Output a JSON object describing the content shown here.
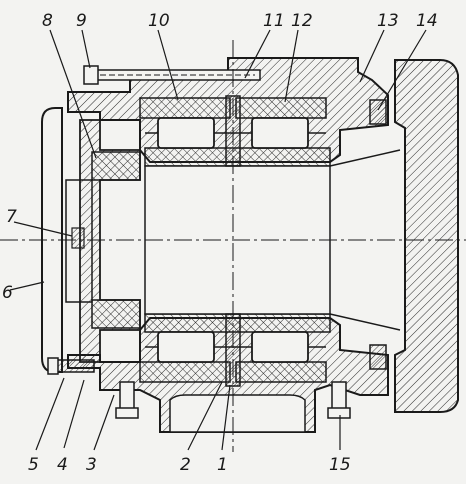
{
  "figure": {
    "callouts": [
      {
        "id": "c1",
        "label": "1"
      },
      {
        "id": "c2",
        "label": "2"
      },
      {
        "id": "c3",
        "label": "3"
      },
      {
        "id": "c4",
        "label": "4"
      },
      {
        "id": "c5",
        "label": "5"
      },
      {
        "id": "c6",
        "label": "6"
      },
      {
        "id": "c7",
        "label": "7"
      },
      {
        "id": "c8",
        "label": "8"
      },
      {
        "id": "c9",
        "label": "9"
      },
      {
        "id": "c10",
        "label": "10"
      },
      {
        "id": "c11",
        "label": "11"
      },
      {
        "id": "c12",
        "label": "12"
      },
      {
        "id": "c13",
        "label": "13"
      },
      {
        "id": "c14",
        "label": "14"
      },
      {
        "id": "c15",
        "label": "15"
      }
    ],
    "colors": {
      "paper": "#f3f3f1",
      "ink": "#1a1a1a",
      "hatch": "#2a2a2a"
    }
  }
}
